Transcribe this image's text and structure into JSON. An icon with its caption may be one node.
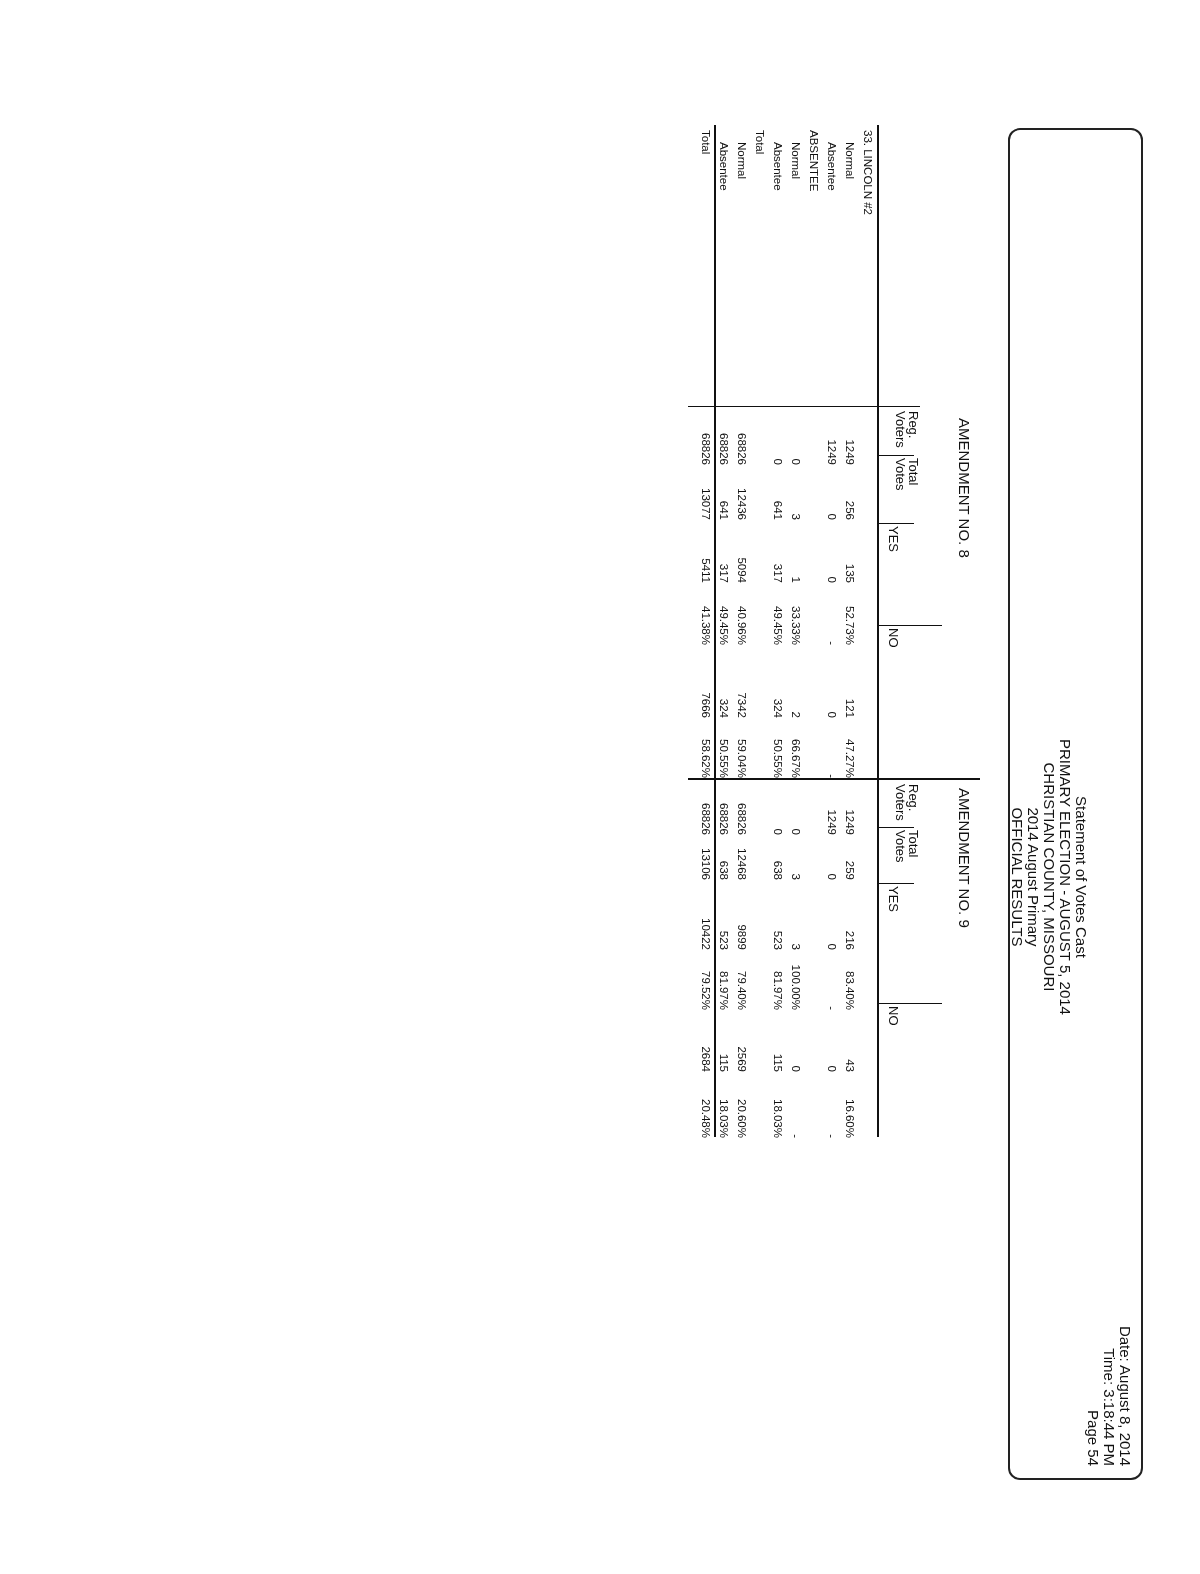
{
  "diagram": {
    "nodes": [
      {
        "text": [
          "Statement of Votes Cast",
          "PRIMARY ELECTION - AUGUST 5, 2014",
          "CHRISTIAN COUNTY, MISSOURI",
          "2014 August Primary",
          "OFFICIAL RESULTS",
          "Date: August 8, 2014",
          "Time: 3:18:44 PM",
          "Page 54"
        ]
      }
    ],
    "labels": [
      "AMENDMENT NO. 8",
      "AMENDMENT NO. 9",
      "Reg. Voters",
      "Total Votes",
      "YES",
      "NO",
      "Reg. Voters",
      "Total Votes",
      "YES",
      "NO",
      "33. LINCOLN #2",
      "Normal",
      "1249",
      "256",
      "135",
      "52.73%",
      "121",
      "47.27%",
      "1249",
      "259",
      "216",
      "83.40%",
      "43",
      "16.60%",
      "Absentee",
      "1249",
      "0",
      "0",
      "-",
      "0",
      "-",
      "1249",
      "0",
      "0",
      "-",
      "0",
      "-",
      "ABSENTEE",
      "Normal",
      "0",
      "3",
      "1",
      "33.33%",
      "2",
      "66.67%",
      "0",
      "3",
      "3",
      "100.00%",
      "0",
      "-",
      "Absentee",
      "0",
      "641",
      "317",
      "49.45%",
      "324",
      "50.55%",
      "0",
      "638",
      "523",
      "81.97%",
      "115",
      "18.03%",
      "Total",
      "Normal",
      "68826",
      "12436",
      "5094",
      "40.96%",
      "7342",
      "59.04%",
      "68826",
      "12468",
      "9899",
      "79.40%",
      "2569",
      "20.60%",
      "Absentee",
      "68826",
      "641",
      "317",
      "49.45%",
      "324",
      "50.55%",
      "68826",
      "638",
      "523",
      "81.97%",
      "115",
      "18.03%",
      "Total",
      "68826",
      "13077",
      "5411",
      "41.38%",
      "7666",
      "58.62%",
      "68826",
      "13106",
      "10422",
      "79.52%",
      "2684",
      "20.48%"
    ]
  }
}
